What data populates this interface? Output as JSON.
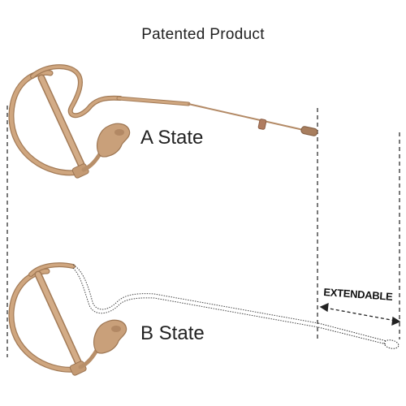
{
  "title": "Patented Product",
  "states": {
    "a": "A State",
    "b": "B State"
  },
  "annotation": {
    "extendable": "EXTENDABLE"
  },
  "colors": {
    "product": "#C9A07A",
    "product_shadow": "#A37B57",
    "guide_line": "#222222",
    "background": "#FFFFFF"
  }
}
